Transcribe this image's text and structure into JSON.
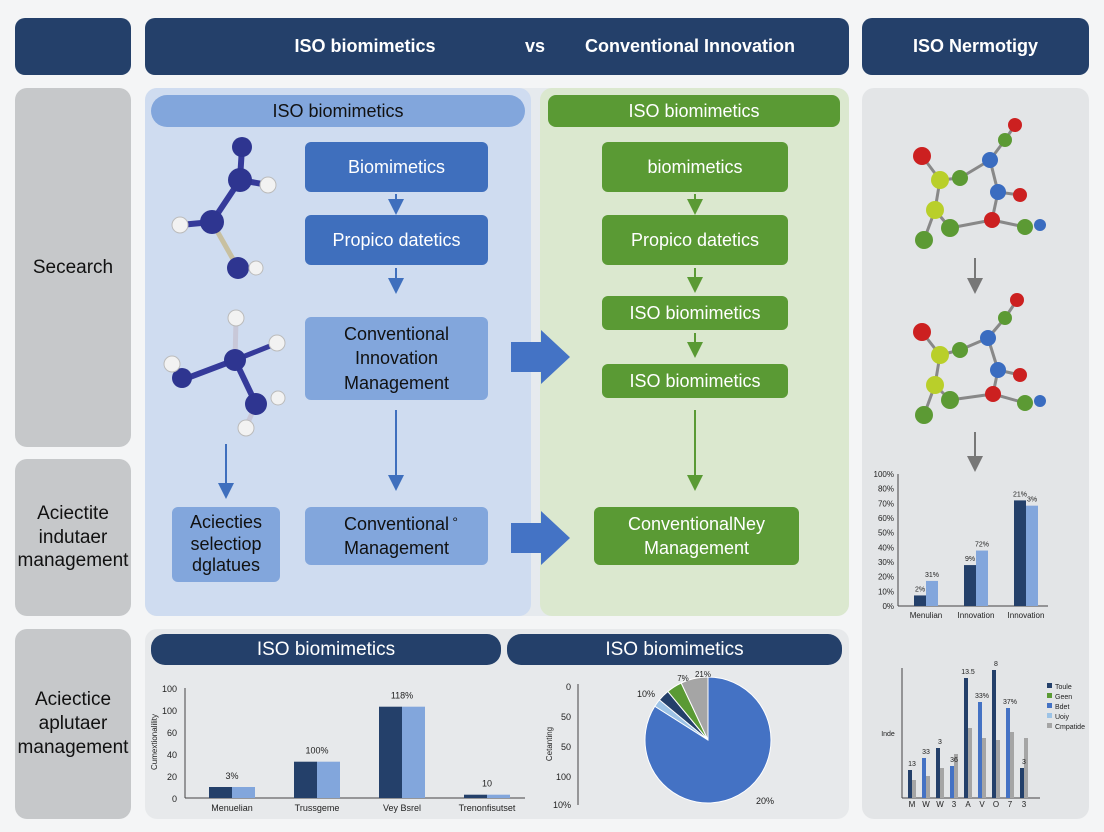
{
  "header": {
    "left_blank": "",
    "center_left": "ISO biomimetics",
    "vs": "vs",
    "center_right": "Conventional Innovation",
    "right": "ISO Nermotigy"
  },
  "row_labels": {
    "r1": "Secearch",
    "r2": "Aciectite indutaer management",
    "r3": "Aciectice aplutaer management"
  },
  "blue_panel": {
    "title": "ISO biomimetics",
    "box1": "Biomimetics",
    "box2": "Propico datetics",
    "box3": "Conventional Innovation Management",
    "box4": "Conventional Management",
    "box4_mark": "°",
    "side_box": "Aciecties selectiop dglatues"
  },
  "green_panel": {
    "title": "ISO biomimetics",
    "box1": "biomimetics",
    "box2": "Propico datetics",
    "box3": "ISO biomimetics",
    "box4": "ISO biomimetics",
    "box5": "ConventionalNey Management"
  },
  "bottom": {
    "left_title": "ISO biomimetics",
    "right_title": "ISO biomimetics"
  },
  "colors": {
    "navy": "#24406a",
    "blue": "#3f6fbd",
    "light_blue": "#82a6dc",
    "green": "#5a9a34",
    "panel_blue": "#cfdcf0",
    "panel_green": "#dbe8cf"
  },
  "chart_data": [
    {
      "type": "bar",
      "categories": [
        "Menulian",
        "Innovation",
        "Innovation"
      ],
      "series": [
        {
          "values": [
            8,
            31,
            80
          ]
        },
        {
          "values": [
            19,
            42,
            76
          ]
        }
      ],
      "data_labels": [
        [
          "2%",
          "31%"
        ],
        [
          "9%",
          "72%"
        ],
        [
          "21%",
          "3%"
        ]
      ],
      "yticks": [
        "0%",
        "10%",
        "20%",
        "30%",
        "40%",
        "50%",
        "60%",
        "70%",
        "80%",
        "100%"
      ],
      "ylim": [
        0,
        100
      ]
    },
    {
      "type": "bar",
      "categories": [
        "Menuelian",
        "Trussgeme",
        "Vey Bsrel",
        "Trenonfisutset"
      ],
      "series": [
        {
          "values": [
            10,
            33,
            83,
            3
          ]
        },
        {
          "values": [
            10,
            33,
            83,
            3
          ]
        }
      ],
      "data_labels": [
        "3%",
        "100%",
        "118%",
        "10"
      ],
      "yticks": [
        "0",
        "20",
        "40",
        "60",
        "100",
        "100"
      ],
      "ylabel": "Cumextionalility",
      "ylim": [
        0,
        100
      ]
    },
    {
      "type": "pie",
      "values": [
        84,
        7,
        4,
        3,
        2
      ],
      "colors": [
        "#4472c4",
        "#a5a5a5",
        "#5a9a34",
        "#24406a",
        "#9dc3e6"
      ],
      "data_labels": [
        "10%",
        "7%",
        "21%",
        "20%"
      ],
      "yticks": [
        "0",
        "50",
        "50",
        "100",
        "10%"
      ],
      "ylabel": "Cetanting"
    },
    {
      "type": "bar",
      "categories": [
        "M",
        "W",
        "W",
        "3",
        "A",
        "V",
        "O",
        "7",
        "3"
      ],
      "legend": [
        "Toule",
        "Geen",
        "Bdet",
        "Uoiy",
        "Cmpatide"
      ],
      "legend_colors": [
        "#24406a",
        "#5a9a34",
        "#4472c4",
        "#9dc3e6",
        "#a5a5a5"
      ],
      "data_labels": [
        "13",
        "33",
        "3",
        "36",
        "13.5",
        "33%",
        "8",
        "37%",
        "3"
      ],
      "ylabel": "Inde"
    }
  ]
}
